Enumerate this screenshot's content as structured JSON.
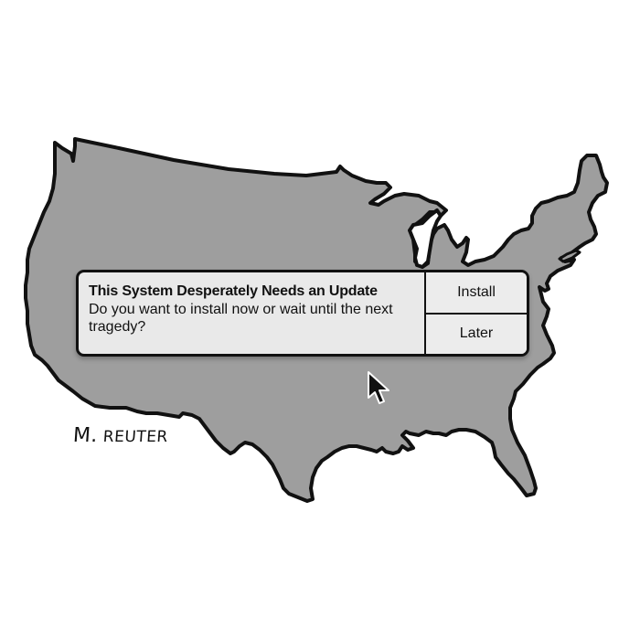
{
  "cartoon": {
    "map": {
      "subject": "contiguous-united-states",
      "fill_color": "#9e9e9e",
      "outline_color": "#111111"
    },
    "dialog": {
      "title": "This System Desperately Needs an Update",
      "message": "Do you want to install now or wait until the next tragedy?",
      "buttons": [
        {
          "label": "Install"
        },
        {
          "label": "Later"
        }
      ],
      "background_color": "#e9e9e9"
    },
    "cursor": {
      "icon": "arrow-pointer-icon"
    },
    "signature": {
      "initial": "M.",
      "name": "Reuter"
    }
  }
}
